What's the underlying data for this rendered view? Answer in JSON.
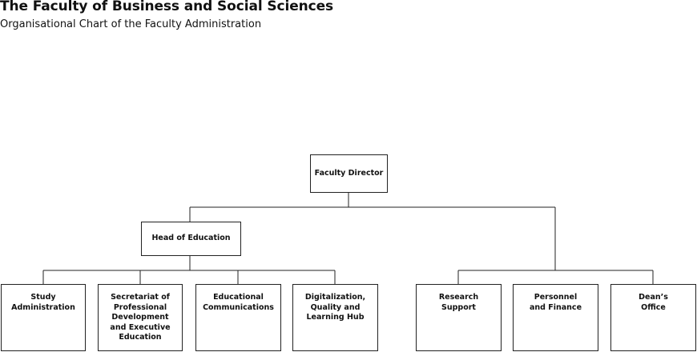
{
  "header": {
    "title": "The Faculty of Business and Social Sciences",
    "subtitle": "Organisational Chart of the Faculty Administration"
  },
  "chart": {
    "faculty_director": "Faculty Director",
    "head_of_education": "Head of Education",
    "units": {
      "study_administration": "Study\nAdministration",
      "secretariat": "Secretariat of\nProfessional\nDevelopment\nand Executive\nEducation",
      "educational_communications": "Educational\nCommunications",
      "digitalization_hub": "Digitalization,\nQuality and\nLearning Hub",
      "research_support": "Research\nSupport",
      "personnel_finance": "Personnel\nand Finance",
      "deans_office": "Dean’s\nOffice"
    }
  }
}
